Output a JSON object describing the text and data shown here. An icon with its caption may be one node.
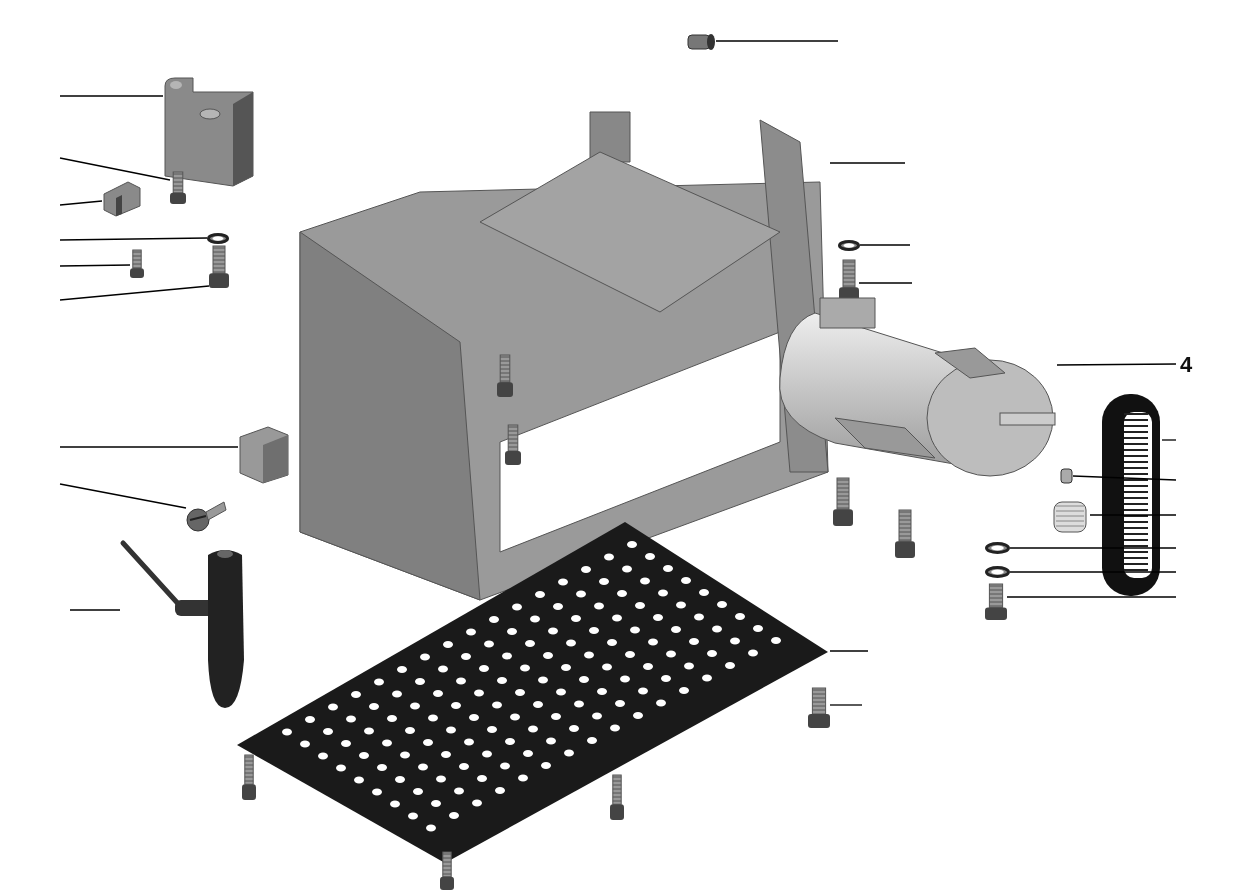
{
  "diagram": {
    "nodes": [
      {
        "text": [
          "4"
        ]
      },
      {
        "text": [],
        "shape": "picture"
      },
      {
        "text": [],
        "shape": "picture"
      },
      {
        "text": [],
        "shape": "picture"
      },
      {
        "text": [],
        "shape": "circle"
      },
      {
        "text": [],
        "shape": "picture"
      },
      {
        "text": [],
        "shape": "picture"
      },
      {
        "text": [],
        "shape": "picture"
      },
      {
        "text": [],
        "shape": "picture"
      },
      {
        "text": [],
        "shape": "picture"
      },
      {
        "text": [],
        "shape": "cylinder"
      },
      {
        "text": [],
        "shape": "picture"
      },
      {
        "text": [],
        "shape": "circle"
      },
      {
        "text": [],
        "shape": "picture"
      },
      {
        "text": [],
        "shape": "picture"
      },
      {
        "text": [],
        "shape": "picture"
      },
      {
        "text": [],
        "shape": "box"
      },
      {
        "text": [],
        "shape": "picture"
      },
      {
        "text": [],
        "shape": "circle"
      },
      {
        "text": [],
        "shape": "circle"
      },
      {
        "text": [],
        "shape": "picture"
      },
      {
        "text": [],
        "shape": "picture"
      },
      {
        "text": [],
        "shape": "picture"
      }
    ],
    "edges": [
      {
        "from": null,
        "to": 1,
        "arrow": "none"
      },
      {
        "from": null,
        "to": 2,
        "arrow": "none"
      },
      {
        "from": null,
        "to": 3,
        "arrow": "none"
      },
      {
        "from": null,
        "to": 4,
        "arrow": "none"
      },
      {
        "from": null,
        "to": 5,
        "arrow": "none"
      },
      {
        "from": null,
        "to": 6,
        "arrow": "none"
      },
      {
        "from": null,
        "to": 7,
        "arrow": "none"
      },
      {
        "from": null,
        "to": 8,
        "arrow": "none"
      },
      {
        "from": null,
        "to": 9,
        "arrow": "none"
      },
      {
        "from": null,
        "to": 10,
        "arrow": "none"
      },
      {
        "from": null,
        "to": 11,
        "arrow": "none"
      },
      {
        "from": null,
        "to": 12,
        "arrow": "none"
      },
      {
        "from": null,
        "to": 13,
        "arrow": "none"
      },
      {
        "from": 0,
        "to": 14,
        "arrow": "none"
      },
      {
        "from": null,
        "to": 15,
        "arrow": "none"
      },
      {
        "from": null,
        "to": 16,
        "arrow": "none"
      },
      {
        "from": null,
        "to": 17,
        "arrow": "none"
      },
      {
        "from": null,
        "to": 18,
        "arrow": "none"
      },
      {
        "from": null,
        "to": 19,
        "arrow": "none"
      },
      {
        "from": null,
        "to": 20,
        "arrow": "none"
      },
      {
        "from": null,
        "to": 21,
        "arrow": "none"
      },
      {
        "from": null,
        "to": 22,
        "arrow": "none"
      }
    ]
  }
}
